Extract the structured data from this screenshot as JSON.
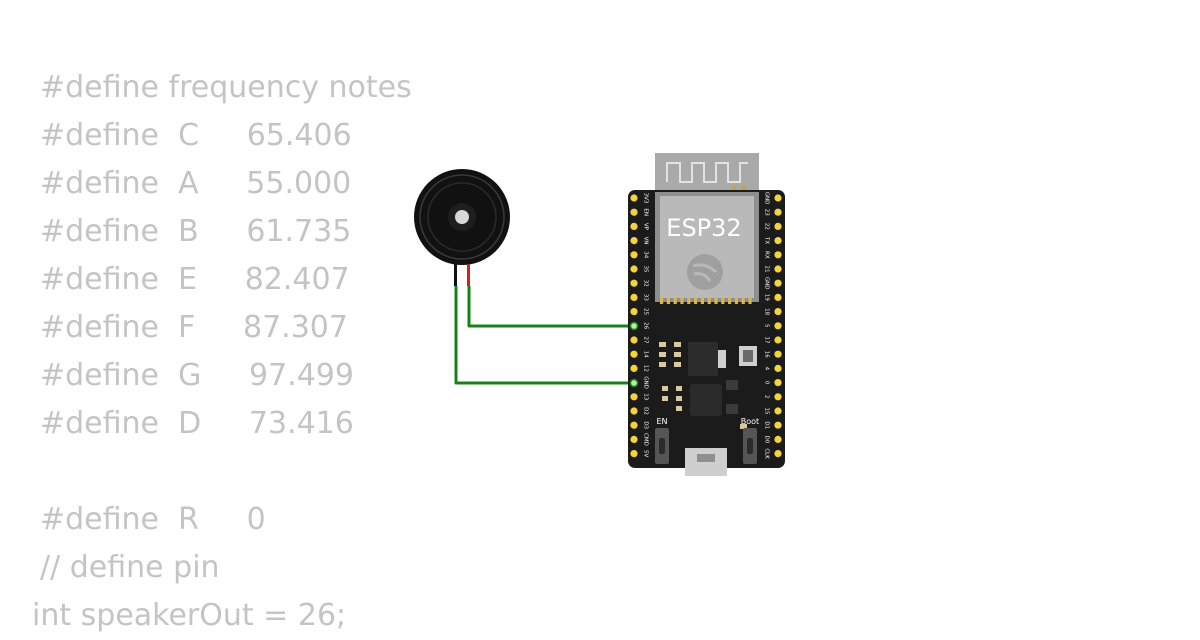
{
  "code_lines": [
    {
      "text": "#define frequency notes"
    },
    {
      "text": "#define  C     65.406"
    },
    {
      "text": "#define  A     55.000"
    },
    {
      "text": "#define  B     61.735"
    },
    {
      "text": "#define  E     82.407"
    },
    {
      "text": "#define  F     87.307"
    },
    {
      "text": "#define  G     97.499"
    },
    {
      "text": "#define  D     73.416"
    },
    {
      "text": "#define  R     0"
    },
    {
      "text": "// define pin"
    },
    {
      "text": "int speakerOut = 26;"
    }
  ],
  "board": {
    "label": "ESP32",
    "en_label": "EN",
    "boot_label": "Boot",
    "left_pins": [
      "3V3",
      "EN",
      "VP",
      "VN",
      "34",
      "35",
      "32",
      "33",
      "25",
      "26",
      "27",
      "14",
      "12",
      "GND",
      "13",
      "D2",
      "D3",
      "CMD",
      "5V"
    ],
    "right_pins": [
      "GND",
      "23",
      "22",
      "TX",
      "RX",
      "21",
      "GND",
      "19",
      "18",
      "5",
      "17",
      "16",
      "4",
      "0",
      "2",
      "15",
      "D1",
      "D0",
      "CLK"
    ]
  },
  "colors": {
    "code_text": "#c4c4c4",
    "board_body": "#1b1b1b",
    "pin": "#f5d33a",
    "wire": "#188018",
    "buzzer_red_lead": "#d21f1f"
  }
}
